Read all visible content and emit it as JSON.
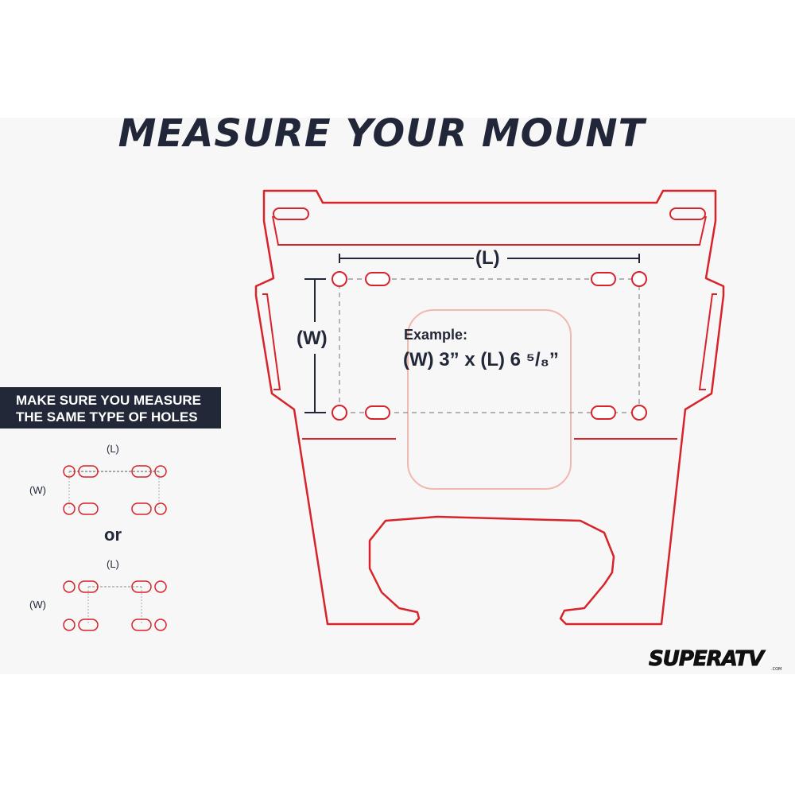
{
  "title": "MEASURE YOUR MOUNT",
  "main_diagram": {
    "length_label": "(L)",
    "width_label": "(W)",
    "example_title": "Example:",
    "example_value": "(W) 3” x (L) 6 ⁵/₈”"
  },
  "notice": {
    "line1": "MAKE SURE YOU MEASURE",
    "line2": "THE SAME TYPE OF HOLES"
  },
  "mini_diagram_1": {
    "length_label": "(L)",
    "width_label": "(W)"
  },
  "separator": "or",
  "mini_diagram_2": {
    "length_label": "(L)",
    "width_label": "(W)"
  },
  "logo": {
    "text": "SUPERATV",
    "suffix": ".COM"
  },
  "colors": {
    "mount_outline": "#d8232a",
    "text_dark": "#232839",
    "panel_bg": "#f7f7f7"
  }
}
